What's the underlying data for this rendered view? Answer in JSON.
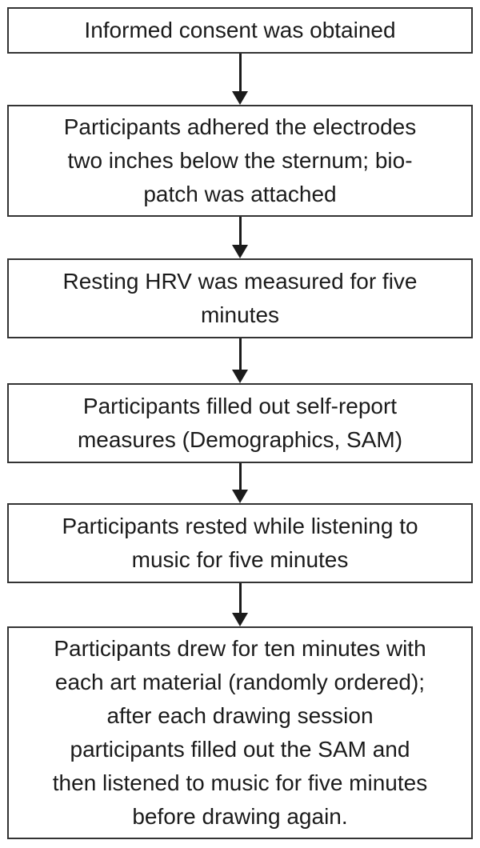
{
  "page": {
    "background_color": "#ffffff"
  },
  "flowchart": {
    "type": "flowchart",
    "direction": "top-down",
    "colors": {
      "box_fill": "#ffffff",
      "box_border": "#333333",
      "text": "#1b1b1b",
      "arrow": "#1b1b1b"
    },
    "steps": [
      {
        "id": 1,
        "label": "Informed consent was obtained"
      },
      {
        "id": 2,
        "label": "Participants adhered the electrodes\ntwo inches below the sternum; bio-\npatch was attached"
      },
      {
        "id": 3,
        "label": "Resting HRV was measured for five\nminutes"
      },
      {
        "id": 4,
        "label": "Participants filled out self-report\nmeasures (Demographics, SAM)"
      },
      {
        "id": 5,
        "label": "Participants rested while listening to\nmusic for five minutes"
      },
      {
        "id": 6,
        "label": "Participants drew for ten minutes with\neach art material (randomly ordered);\nafter each drawing session\nparticipants filled out the SAM and\nthen listened to music for five minutes\nbefore drawing again."
      }
    ],
    "connectors": [
      {
        "from": 1,
        "to": 2
      },
      {
        "from": 2,
        "to": 3
      },
      {
        "from": 3,
        "to": 4
      },
      {
        "from": 4,
        "to": 5
      },
      {
        "from": 5,
        "to": 6
      }
    ]
  }
}
